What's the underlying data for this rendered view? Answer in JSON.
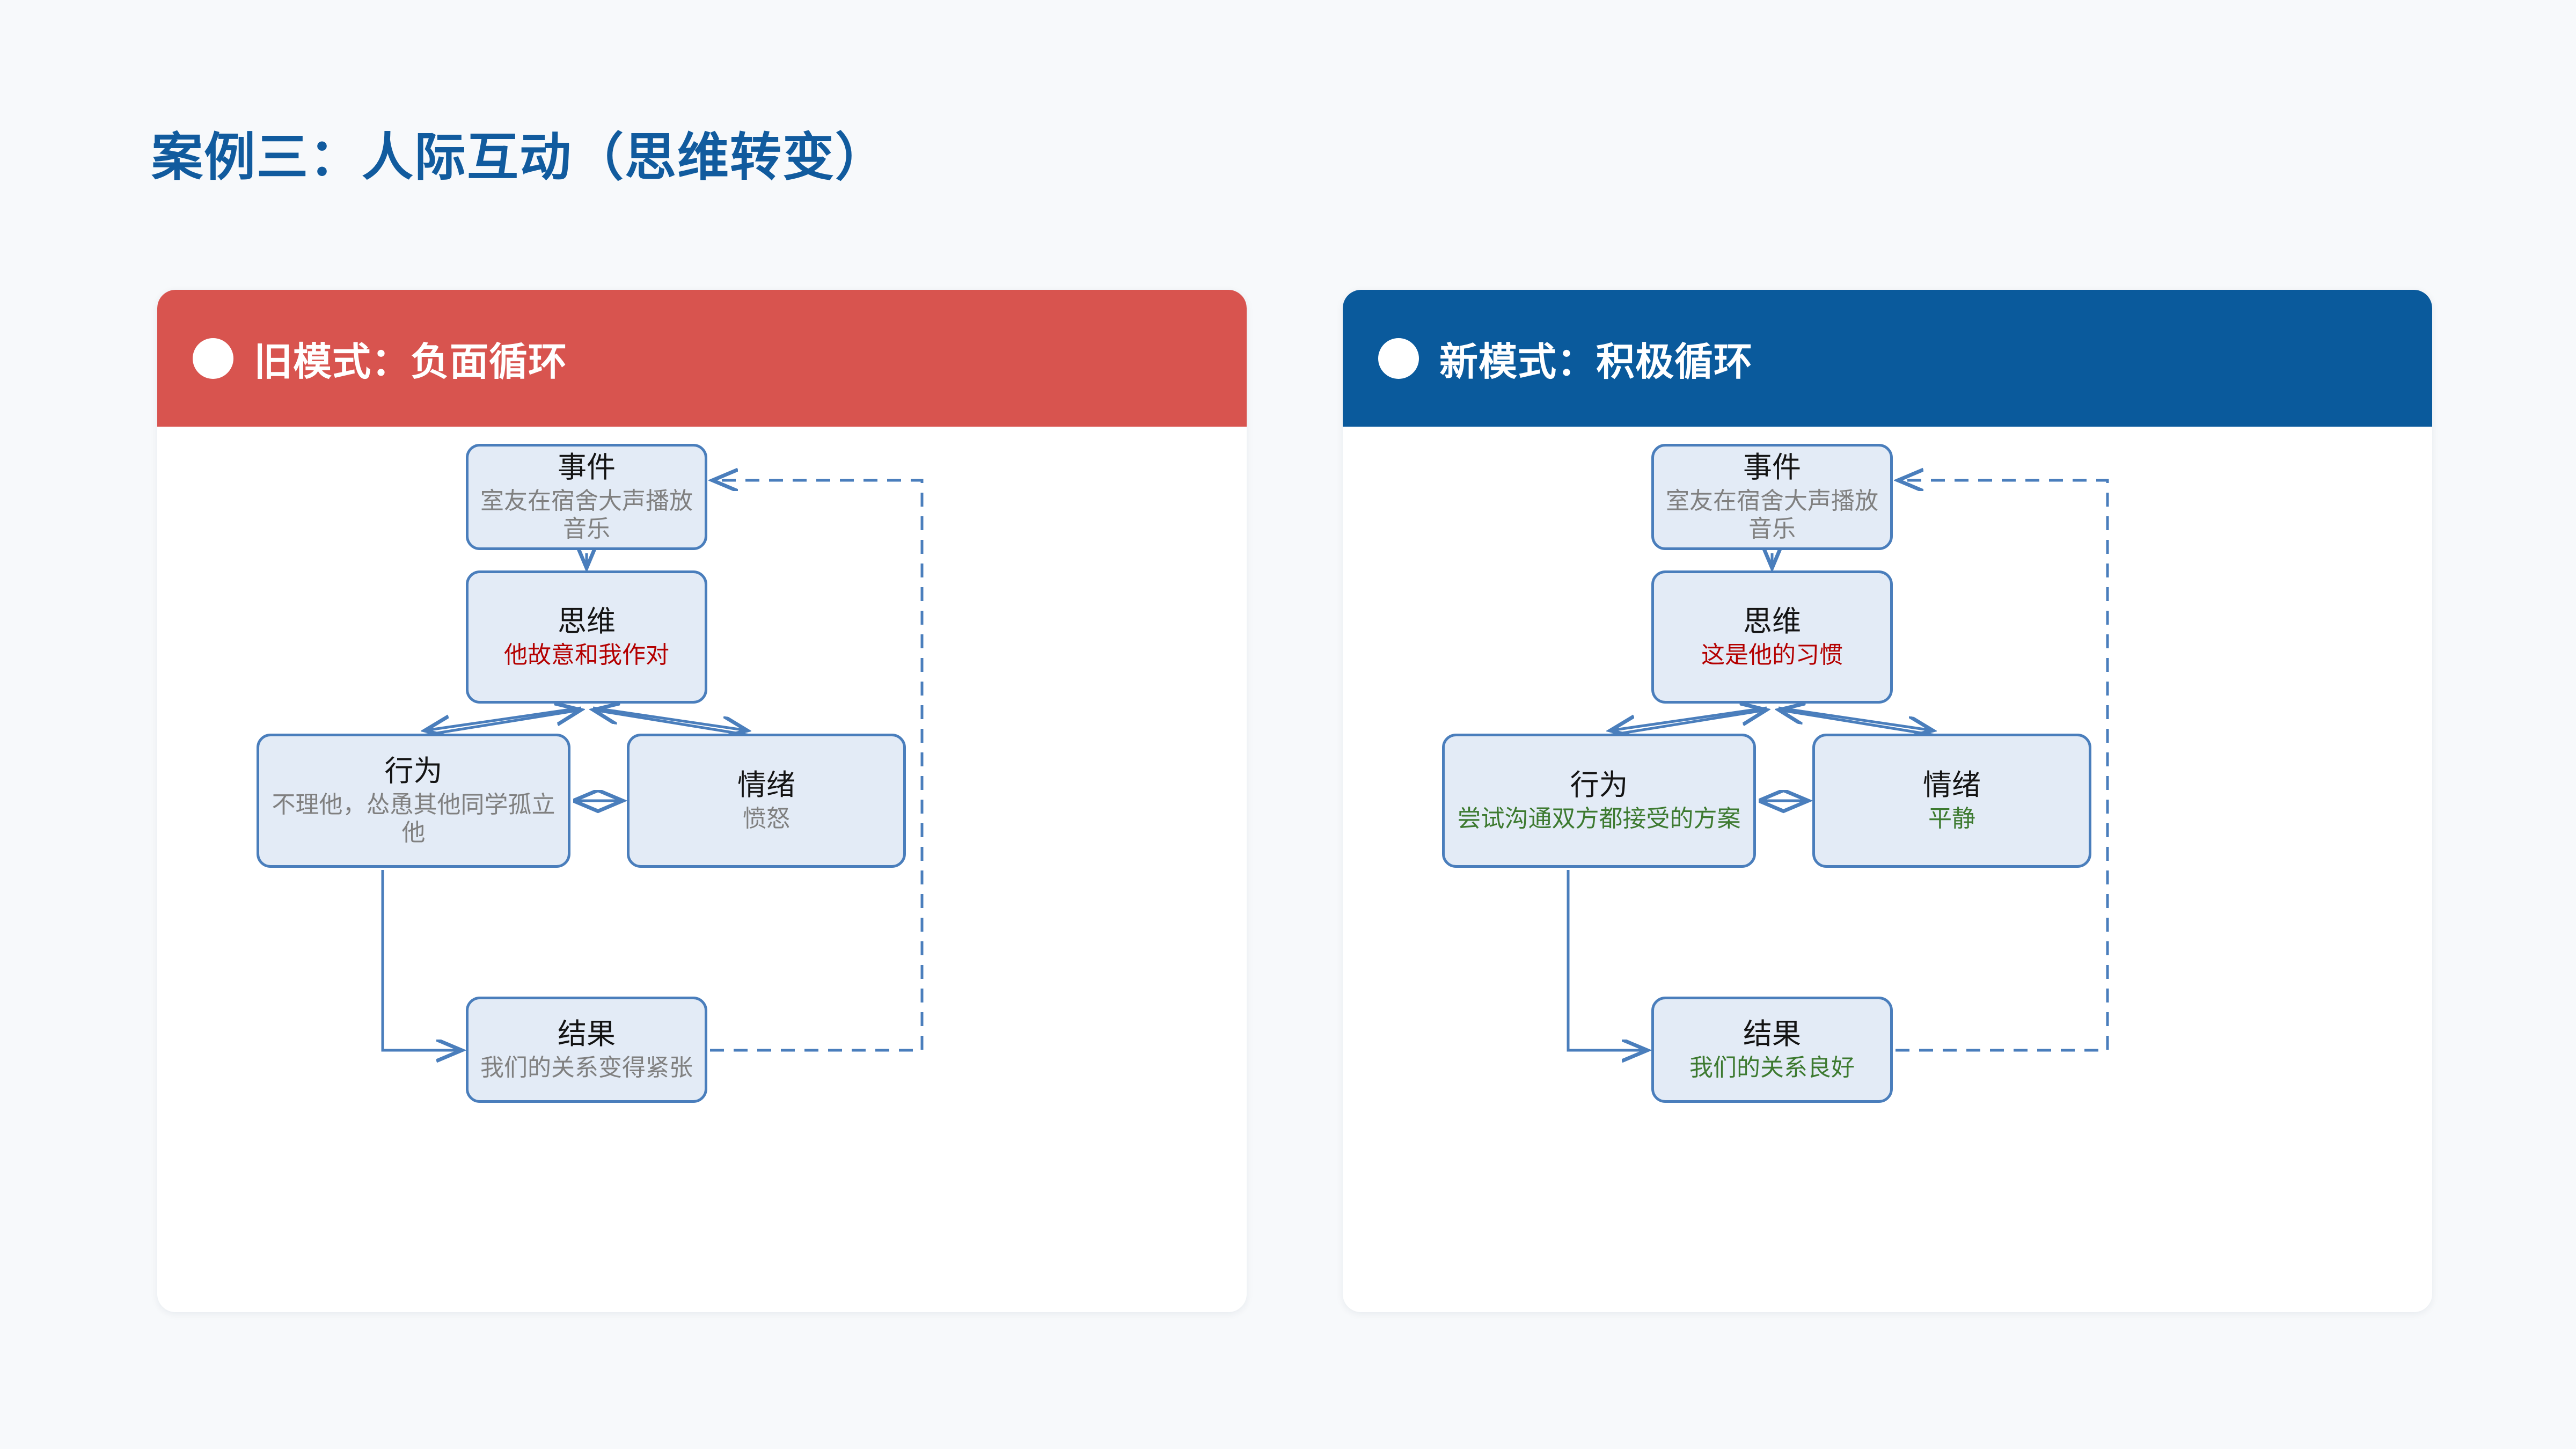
{
  "page": {
    "title": "案例三：人际互动（思维转变）",
    "background_color": "#f7f9fb",
    "title_color": "#115b9e"
  },
  "panels": [
    {
      "id": "old",
      "header": {
        "label": "旧模式：负面循环",
        "bg_color": "#d8544f",
        "dot_icon": "filled-circle-icon"
      },
      "nodes": {
        "event": {
          "title": "事件",
          "sub": "室友在宿舍大声播放音乐",
          "sub_color": "gray"
        },
        "thought": {
          "title": "思维",
          "sub": "他故意和我作对",
          "sub_color": "red"
        },
        "behavior": {
          "title": "行为",
          "sub": "不理他，怂恿其他同学孤立他",
          "sub_color": "gray"
        },
        "emotion": {
          "title": "情绪",
          "sub": "愤怒",
          "sub_color": "gray"
        },
        "result": {
          "title": "结果",
          "sub": "我们的关系变得紧张",
          "sub_color": "gray"
        }
      }
    },
    {
      "id": "new",
      "header": {
        "label": "新模式：积极循环",
        "bg_color": "#0a5a9c",
        "dot_icon": "filled-circle-icon"
      },
      "nodes": {
        "event": {
          "title": "事件",
          "sub": "室友在宿舍大声播放音乐",
          "sub_color": "gray"
        },
        "thought": {
          "title": "思维",
          "sub": "这是他的习惯",
          "sub_color": "red"
        },
        "behavior": {
          "title": "行为",
          "sub": "尝试沟通双方都接受的方案",
          "sub_color": "green"
        },
        "emotion": {
          "title": "情绪",
          "sub": "平静",
          "sub_color": "green"
        },
        "result": {
          "title": "结果",
          "sub": "我们的关系良好",
          "sub_color": "green"
        }
      }
    }
  ],
  "edges": {
    "node_fill": "#e3ebf6",
    "node_border": "#4a7ebc",
    "arrow_color": "#4a7ebc",
    "list": [
      {
        "from": "event",
        "to": "thought",
        "style": "solid",
        "direction": "one-way"
      },
      {
        "from": "behavior",
        "to": "thought",
        "style": "solid",
        "direction": "one-way"
      },
      {
        "from": "thought",
        "to": "behavior",
        "style": "solid",
        "direction": "one-way"
      },
      {
        "from": "thought",
        "to": "emotion",
        "style": "solid",
        "direction": "one-way"
      },
      {
        "from": "emotion",
        "to": "thought",
        "style": "solid",
        "direction": "one-way"
      },
      {
        "from": "behavior",
        "to": "emotion",
        "style": "solid",
        "direction": "two-way"
      },
      {
        "from": "behavior",
        "to": "result",
        "style": "solid",
        "direction": "one-way"
      },
      {
        "from": "result",
        "to": "event",
        "style": "dashed",
        "direction": "one-way"
      }
    ]
  }
}
